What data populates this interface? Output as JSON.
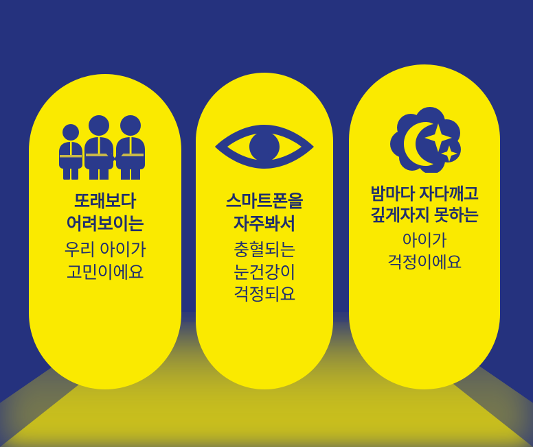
{
  "palette": {
    "background_blue": "#25327e",
    "card_yellow": "#faea00",
    "text_navy": "#1f2e6e",
    "glow_olive": "#8a8d4a"
  },
  "cards": [
    {
      "id": "peer-appearance",
      "icon": "three-people-icon",
      "icon_label": "세 사람",
      "headline_lines": [
        "또래보다",
        "어려보이는"
      ],
      "subline_lines": [
        "우리 아이가",
        "고민이에요"
      ]
    },
    {
      "id": "eye-health",
      "icon": "eye-icon",
      "icon_label": "눈",
      "headline_lines": [
        "스마트폰을",
        "자주봐서"
      ],
      "subline_lines": [
        "충혈되는",
        "눈건강이",
        "걱정되요"
      ]
    },
    {
      "id": "sleep-quality",
      "icon": "moon-cloud-stars-icon",
      "icon_label": "달과 구름과 별",
      "headline_lines": [
        "밤마다 자다깨고",
        "깊게자지 못하는"
      ],
      "subline_lines": [
        "아이가",
        "걱정이에요"
      ]
    }
  ]
}
